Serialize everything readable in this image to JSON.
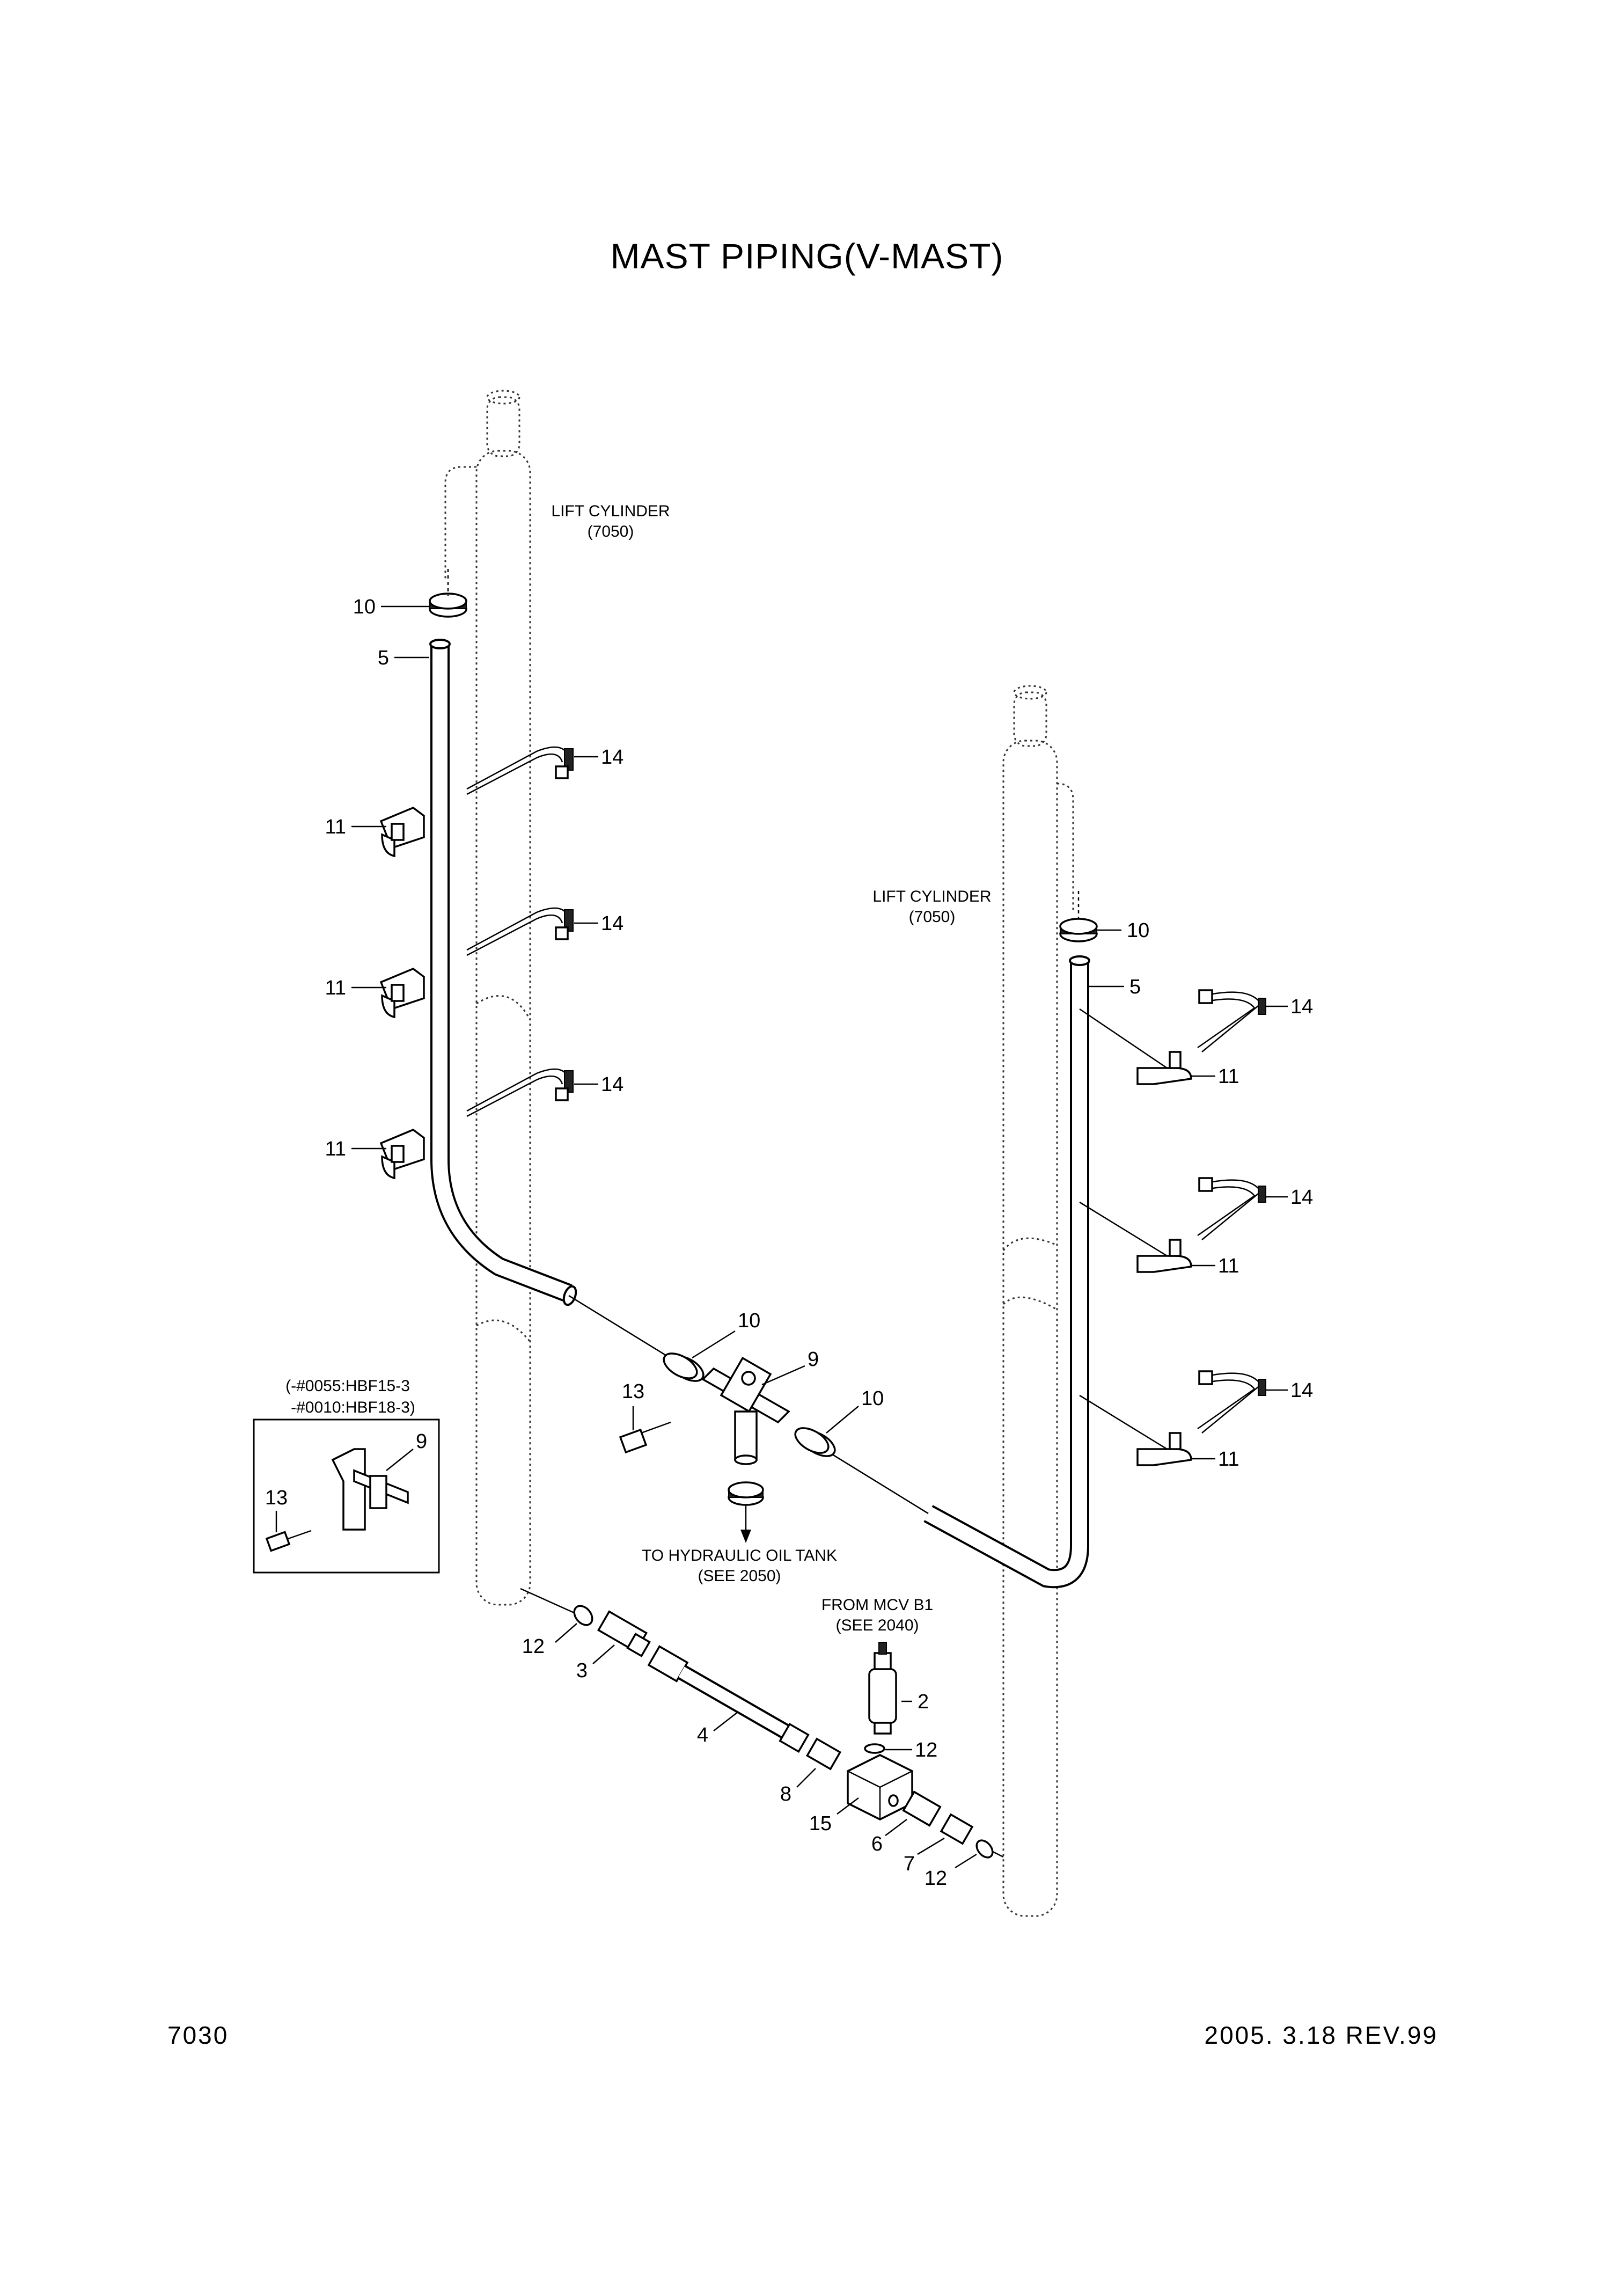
{
  "title": "MAST PIPING(V-MAST)",
  "footer": {
    "page_number": "7030",
    "revision": "2005. 3.18 REV.99"
  },
  "callouts": {
    "lift_cylinder_left": {
      "name": "LIFT CYLINDER",
      "ref": "(7050)"
    },
    "lift_cylinder_right": {
      "name": "LIFT CYLINDER",
      "ref": "(7050)"
    },
    "to_tank": {
      "line1": "TO HYDRAULIC OIL TANK",
      "line2": "(SEE 2050)"
    },
    "from_mcv": {
      "line1": "FROM MCV B1",
      "line2": "(SEE 2040)"
    },
    "inset": {
      "line1": "(-#0055:HBF15-3",
      "line2": "-#0010:HBF18-3)"
    }
  },
  "part_labels": {
    "p10_a": "10",
    "p5_a": "5",
    "p14_a": "14",
    "p11_a": "11",
    "p14_b": "14",
    "p11_b": "11",
    "p14_c": "14",
    "p11_c": "11",
    "p10_b": "10",
    "p5_b": "5",
    "p14_d": "14",
    "p11_d": "11",
    "p14_e": "14",
    "p11_e": "11",
    "p14_f": "14",
    "p11_f": "11",
    "p10_c": "10",
    "p9_a": "9",
    "p13_a": "13",
    "p10_d": "10",
    "p9_b": "9",
    "p13_b": "13",
    "p12_a": "12",
    "p3": "3",
    "p4": "4",
    "p2": "2",
    "p12_b": "12",
    "p8": "8",
    "p15": "15",
    "p6": "6",
    "p7": "7",
    "p12_c": "12"
  }
}
